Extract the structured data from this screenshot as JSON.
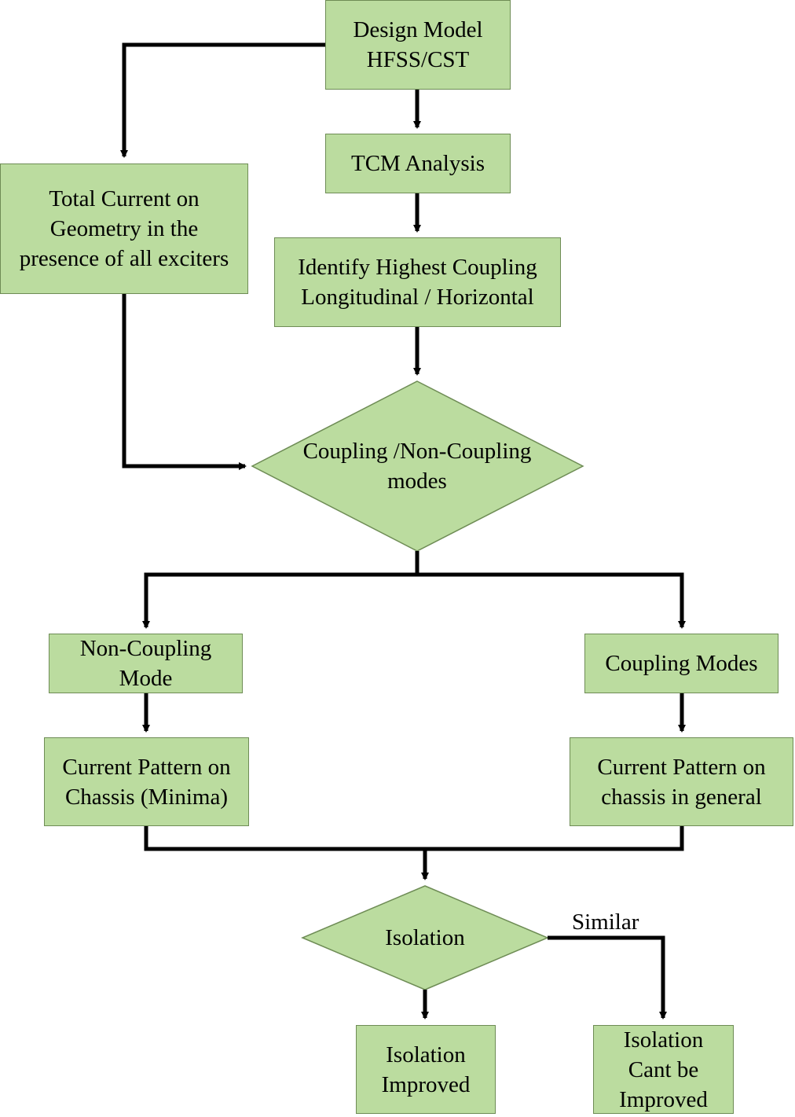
{
  "colors": {
    "fill": "#bbdc9f",
    "stroke": "#6e8c55",
    "arrow": "#000000"
  },
  "nodes": {
    "design_model": [
      "Design Model",
      "HFSS/CST"
    ],
    "tcm_analysis": [
      "TCM Analysis"
    ],
    "identify": [
      "Identify Highest Coupling",
      "Longitudinal / Horizontal"
    ],
    "total_current": [
      "Total Current on",
      "Geometry in the",
      "presence of all exciters"
    ],
    "coupling_decision": [
      "Coupling /Non-Coupling",
      "modes"
    ],
    "non_coupling_mode": [
      "Non-Coupling",
      "Mode"
    ],
    "coupling_modes": [
      "Coupling Modes"
    ],
    "pattern_minima": [
      "Current Pattern on",
      "Chassis (Minima)"
    ],
    "pattern_general": [
      "Current Pattern on",
      "chassis in general"
    ],
    "isolation": [
      "Isolation"
    ],
    "improved": [
      "Isolation",
      "Improved"
    ],
    "cant_improve": [
      "Isolation",
      "Cant be",
      "Improved"
    ]
  },
  "edge_labels": {
    "similar": "Similar"
  }
}
